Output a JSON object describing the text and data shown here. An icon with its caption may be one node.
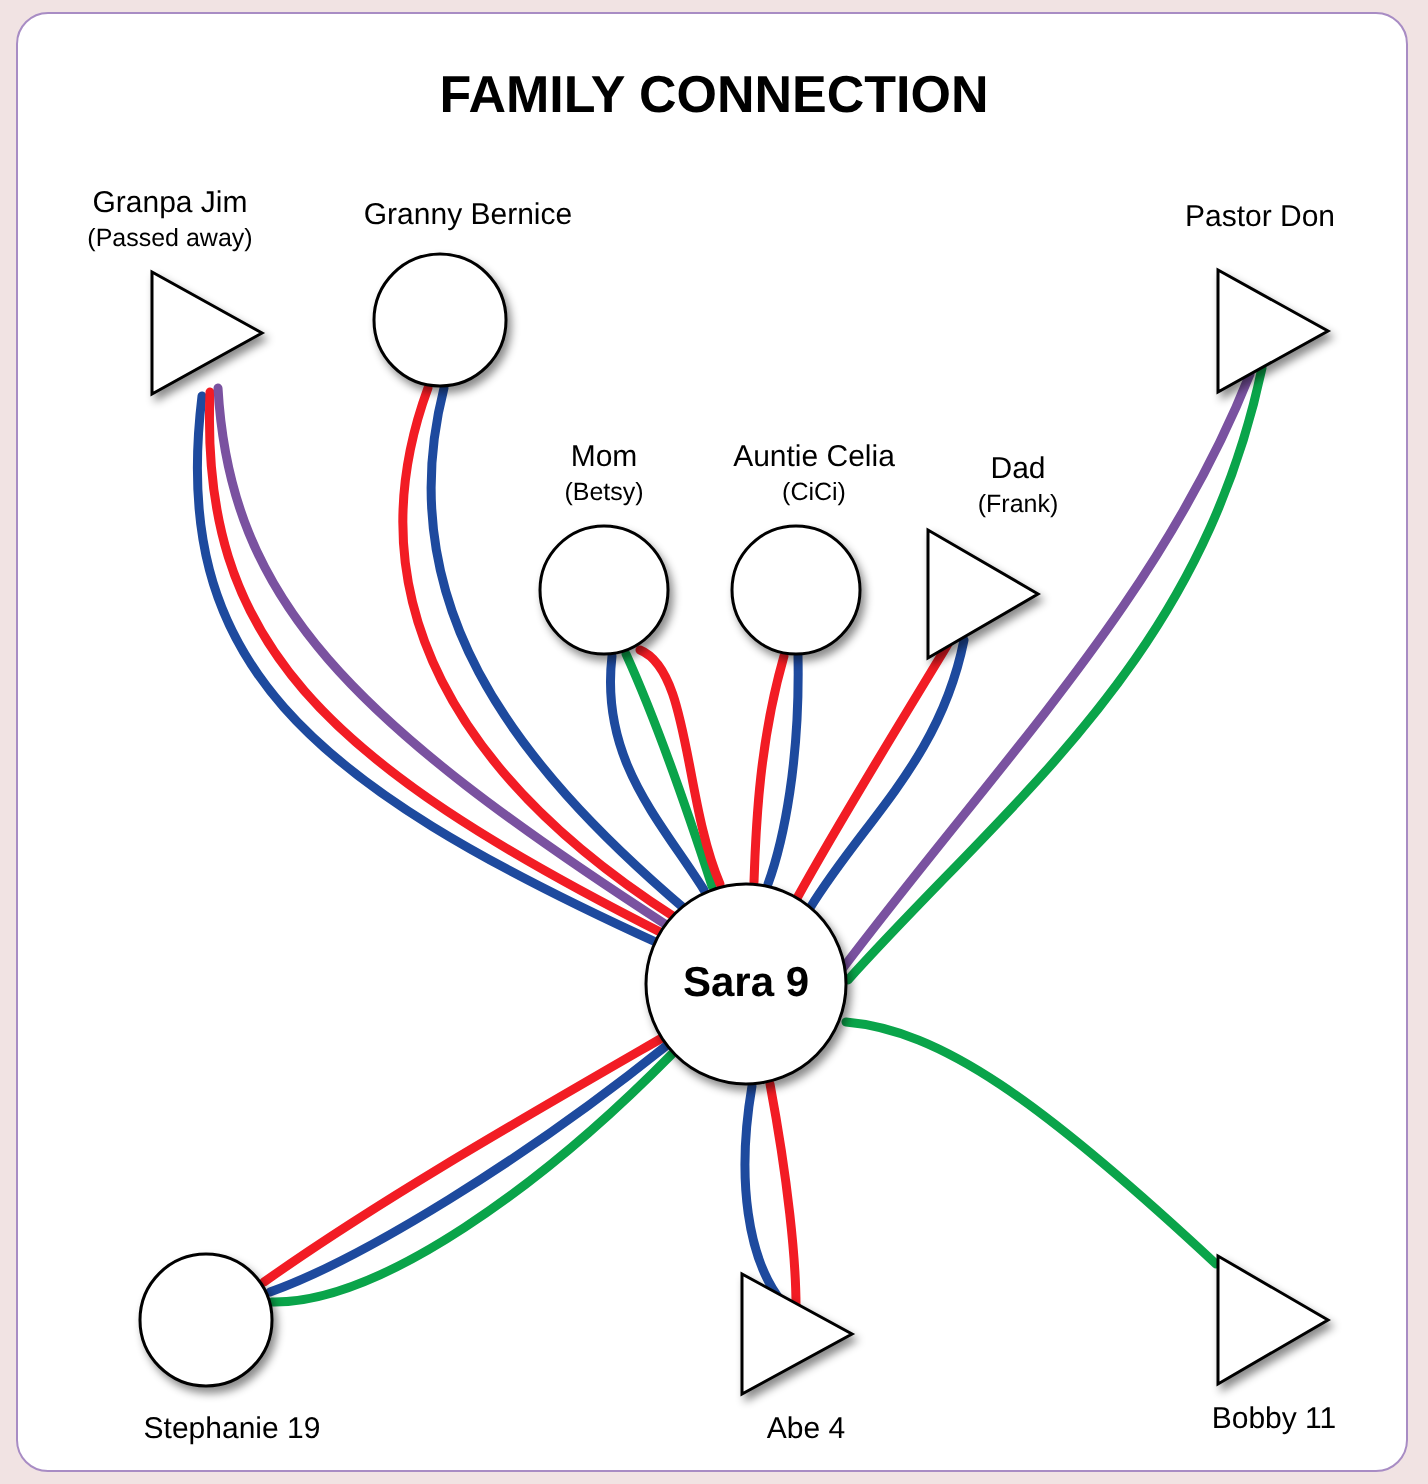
{
  "diagram": {
    "title": "FAMILY CONNECTION",
    "nodes": [
      {
        "text": [
          "Granpa Jim",
          "(Passed away)"
        ]
      },
      {
        "text": [
          "Granny Bernice"
        ]
      },
      {
        "text": [
          "Pastor Don"
        ]
      },
      {
        "text": [
          "Mom",
          "(Betsy)"
        ]
      },
      {
        "text": [
          "Auntie Celia",
          "(CiCi)"
        ]
      },
      {
        "text": [
          "Dad",
          "(Frank)"
        ]
      },
      {
        "text": [
          "Sara 9"
        ]
      },
      {
        "text": [
          "Stephanie 19"
        ]
      },
      {
        "text": [
          "Abe 4"
        ]
      },
      {
        "text": [
          "Bobby 11"
        ]
      }
    ],
    "edges": [
      {
        "from": 0,
        "to": 6,
        "arrow": "none",
        "color": "#1e4a9e"
      },
      {
        "from": 0,
        "to": 6,
        "arrow": "none",
        "color": "#f21c24"
      },
      {
        "from": 0,
        "to": 6,
        "arrow": "none",
        "color": "#7a52a0"
      },
      {
        "from": 1,
        "to": 6,
        "arrow": "none",
        "color": "#f21c24"
      },
      {
        "from": 1,
        "to": 6,
        "arrow": "none",
        "color": "#1e4a9e"
      },
      {
        "from": 3,
        "to": 6,
        "arrow": "none",
        "color": "#1e4a9e"
      },
      {
        "from": 3,
        "to": 6,
        "arrow": "none",
        "color": "#0aa44a"
      },
      {
        "from": 3,
        "to": 6,
        "arrow": "none",
        "color": "#f21c24"
      },
      {
        "from": 4,
        "to": 6,
        "arrow": "none",
        "color": "#f21c24"
      },
      {
        "from": 4,
        "to": 6,
        "arrow": "none",
        "color": "#1e4a9e"
      },
      {
        "from": 5,
        "to": 6,
        "arrow": "none",
        "color": "#f21c24"
      },
      {
        "from": 5,
        "to": 6,
        "arrow": "none",
        "color": "#1e4a9e"
      },
      {
        "from": 2,
        "to": 6,
        "arrow": "none",
        "color": "#7a52a0"
      },
      {
        "from": 2,
        "to": 6,
        "arrow": "none",
        "color": "#0aa44a"
      },
      {
        "from": 6,
        "to": 7,
        "arrow": "none",
        "color": "#f21c24"
      },
      {
        "from": 6,
        "to": 7,
        "arrow": "none",
        "color": "#1e4a9e"
      },
      {
        "from": 6,
        "to": 7,
        "arrow": "none",
        "color": "#0aa44a"
      },
      {
        "from": 6,
        "to": 8,
        "arrow": "none",
        "color": "#1e4a9e"
      },
      {
        "from": 6,
        "to": 8,
        "arrow": "none",
        "color": "#f21c24"
      },
      {
        "from": 6,
        "to": 9,
        "arrow": "none",
        "color": "#0aa44a"
      }
    ]
  }
}
